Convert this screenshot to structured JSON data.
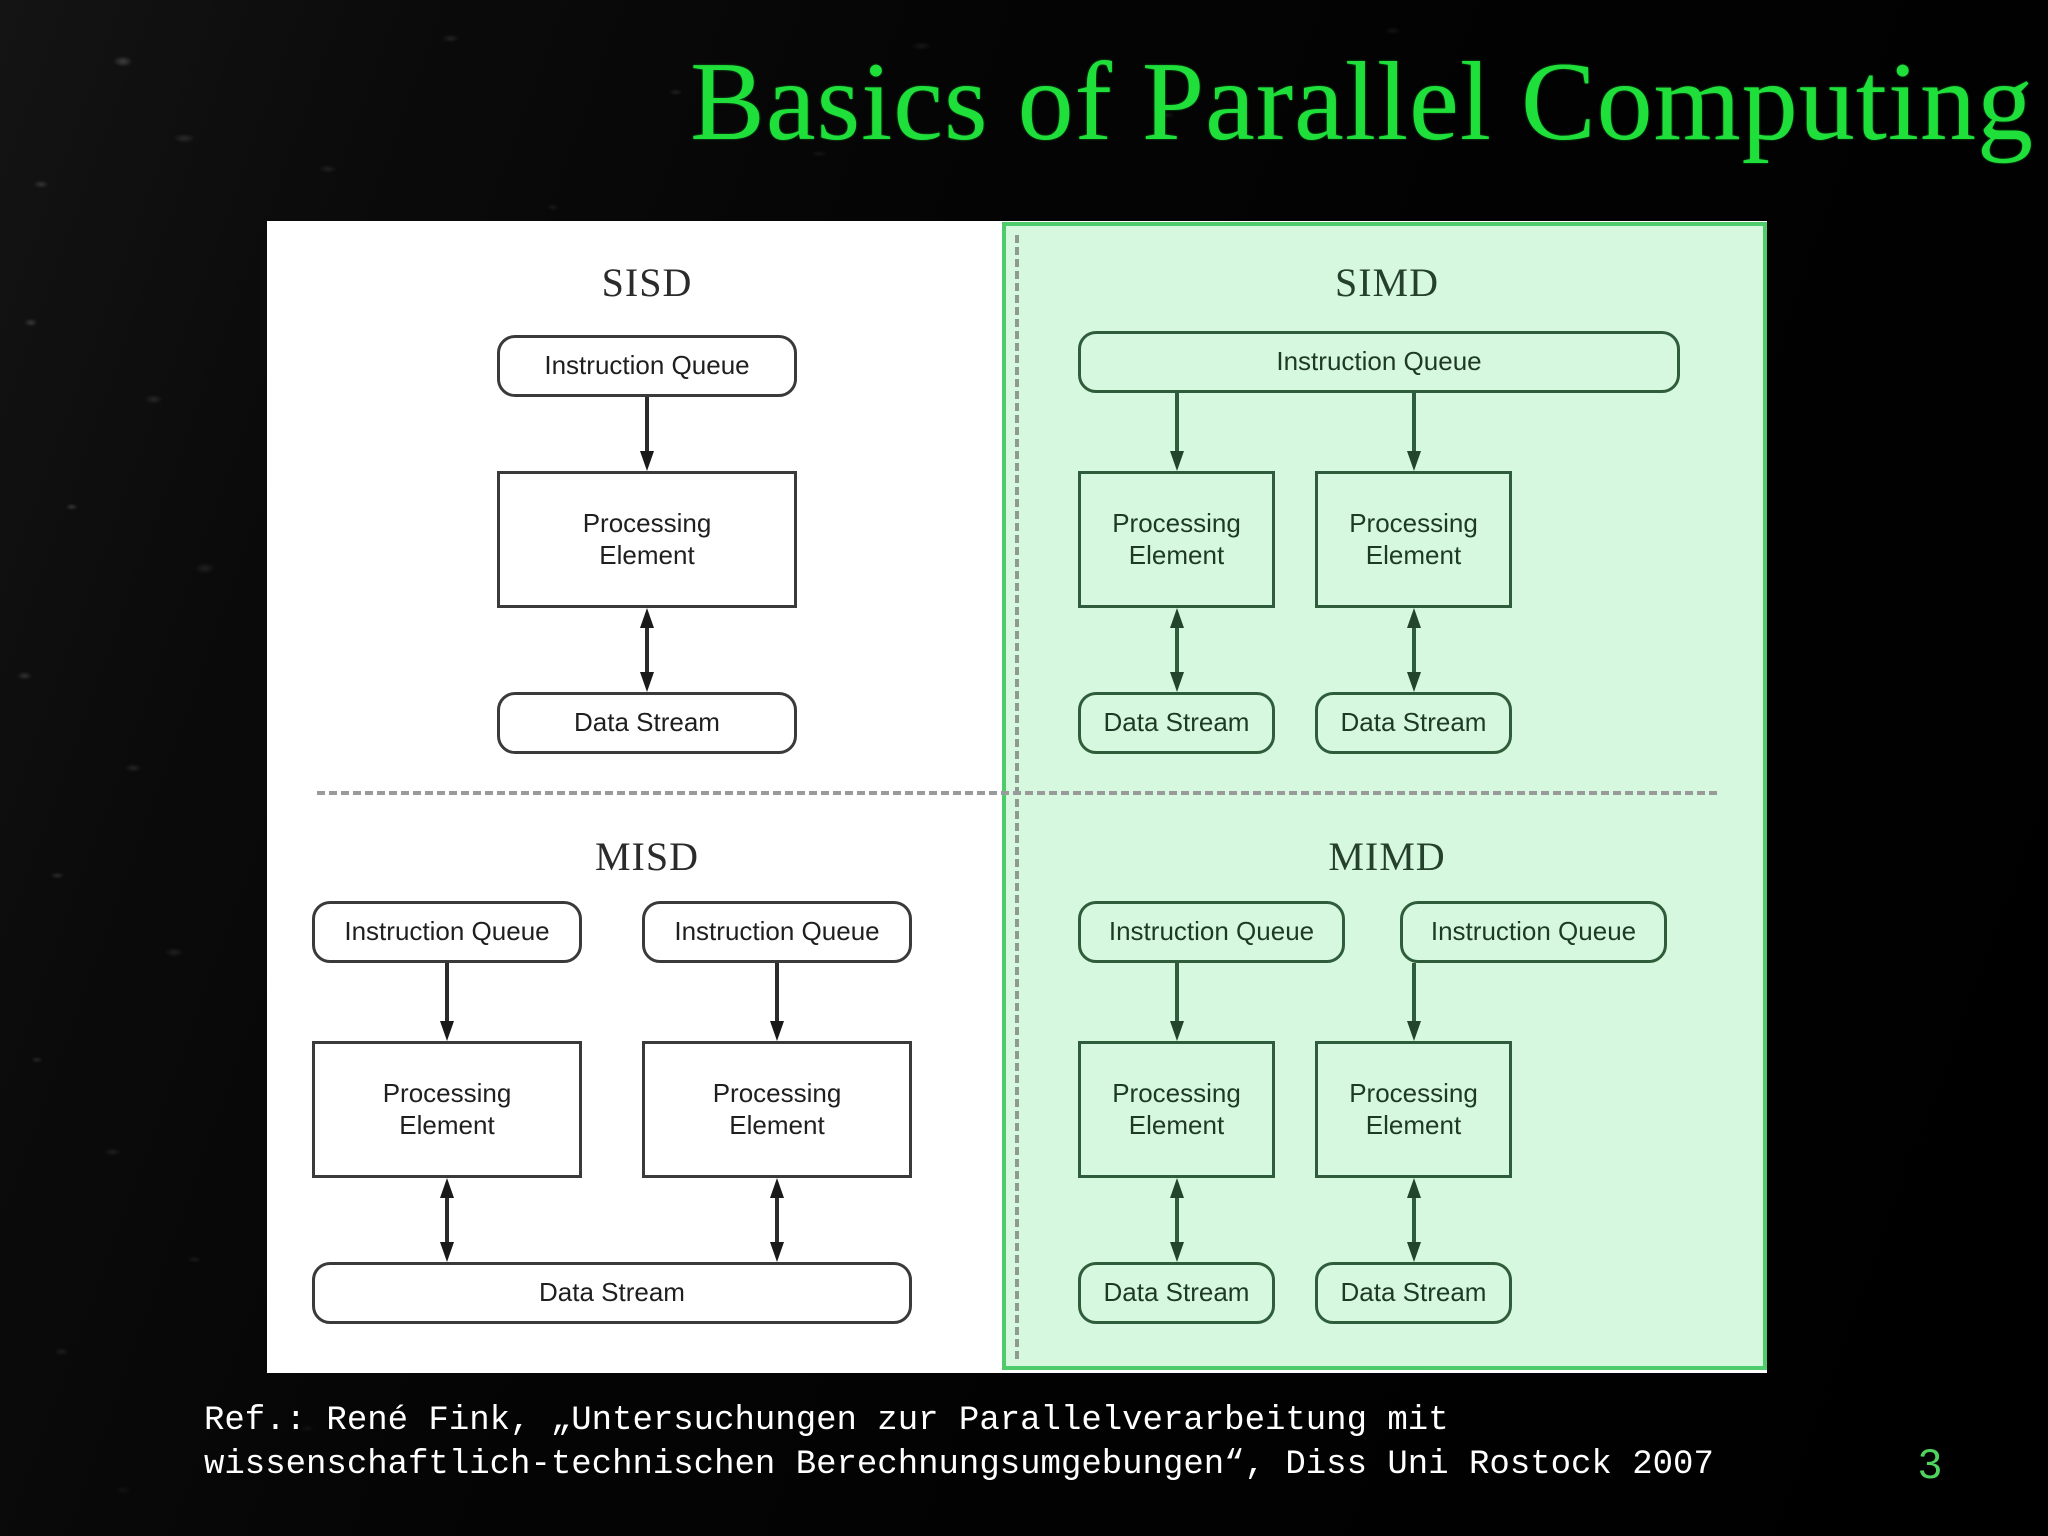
{
  "slide": {
    "title": "Basics of Parallel Computing",
    "title_color": "#1fe03a",
    "page_number": "3",
    "page_number_color": "#4fd35f",
    "background_color": "#050505",
    "reference_line1": "Ref.: René Fink, „Untersuchungen zur Parallelverarbeitung mit",
    "reference_line2": "wissenschaftlich-technischen Berechnungsumgebungen“, Diss Uni Rostock 2007",
    "reference_color": "#ffffff"
  },
  "figure": {
    "name": "flynn-taxonomy-diagram",
    "highlight_color": "#d6f8de",
    "highlight_border_color": "#4ecc6b",
    "divider_color": "#9a9a9a",
    "quadrants": [
      {
        "id": "sisd",
        "title": "SISD",
        "highlighted": false,
        "instruction_queues": [
          "Instruction Queue"
        ],
        "processing_elements": [
          "Processing\nElement"
        ],
        "data_streams": [
          "Data Stream"
        ],
        "shared_instruction_queue": false,
        "shared_data_stream": false
      },
      {
        "id": "simd",
        "title": "SIMD",
        "highlighted": true,
        "instruction_queues": [
          "Instruction Queue"
        ],
        "processing_elements": [
          "Processing\nElement",
          "Processing\nElement"
        ],
        "data_streams": [
          "Data Stream",
          "Data Stream"
        ],
        "shared_instruction_queue": true,
        "shared_data_stream": false
      },
      {
        "id": "misd",
        "title": "MISD",
        "highlighted": false,
        "instruction_queues": [
          "Instruction Queue",
          "Instruction Queue"
        ],
        "processing_elements": [
          "Processing\nElement",
          "Processing\nElement"
        ],
        "data_streams": [
          "Data Stream"
        ],
        "shared_instruction_queue": false,
        "shared_data_stream": true
      },
      {
        "id": "mimd",
        "title": "MIMD",
        "highlighted": true,
        "instruction_queues": [
          "Instruction Queue",
          "Instruction Queue"
        ],
        "processing_elements": [
          "Processing\nElement",
          "Processing\nElement"
        ],
        "data_streams": [
          "Data Stream",
          "Data Stream"
        ],
        "shared_instruction_queue": false,
        "shared_data_stream": false
      }
    ]
  }
}
